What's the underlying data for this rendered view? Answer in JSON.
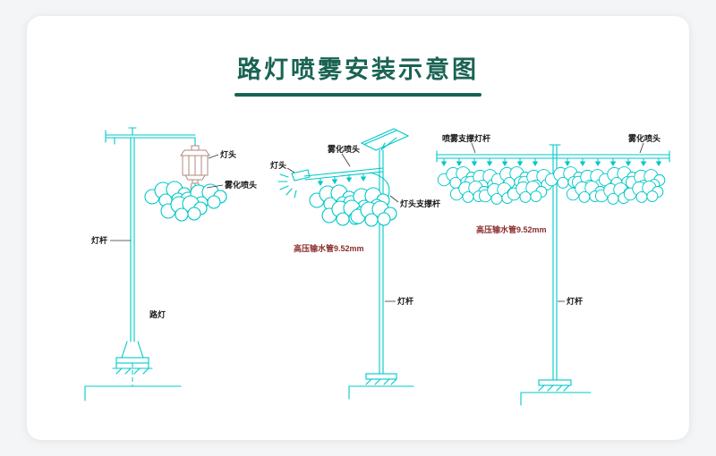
{
  "page": {
    "title": "路灯喷雾安装示意图"
  },
  "diagrams": {
    "left": {
      "name": "traditional-street-lamp",
      "labels": {
        "lamp_head": "灯头",
        "nozzle": "雾化喷头",
        "pole": "灯杆",
        "street_lamp": "路灯"
      }
    },
    "middle": {
      "name": "solar-street-lamp",
      "labels": {
        "lamp_head": "灯头",
        "nozzle": "雾化喷头",
        "support_rod": "灯头支撑杆",
        "water_pipe": "高压输水管9.52mm",
        "pole": "灯杆"
      }
    },
    "right": {
      "name": "spray-support-pole",
      "labels": {
        "spray_support_pole": "喷雾支撑灯杆",
        "nozzle": "雾化喷头",
        "water_pipe": "高压输水管9.52mm",
        "pole": "灯杆"
      }
    }
  },
  "colors": {
    "line": "#00c8c8",
    "title": "#1a6353",
    "label": "#1a1a1a",
    "pipe_label": "#8b2d2d",
    "lantern": "#b08a7c"
  }
}
